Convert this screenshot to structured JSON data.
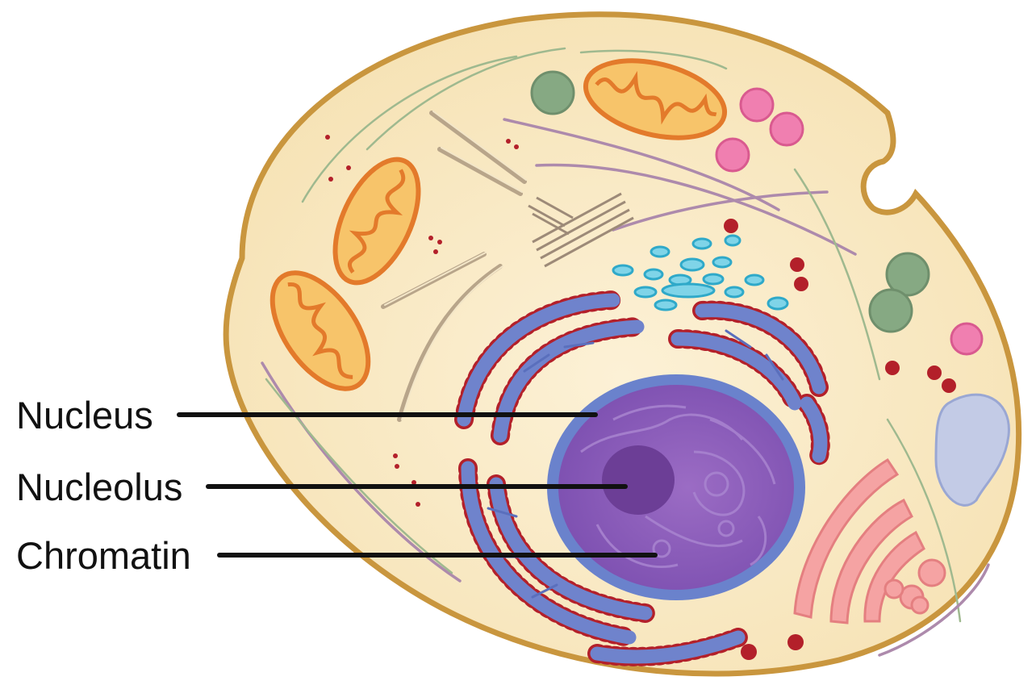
{
  "labels": {
    "nucleus": "Nucleus",
    "nucleolus": "Nucleolus",
    "chromatin": "Chromatin"
  },
  "colors": {
    "membrane": "#c9963e",
    "cytoplasm": "#fbefcf",
    "mitochondria": "#e37a2b",
    "rough_er": "#6f83cc",
    "ribosome": "#b3202a",
    "nucleus": "#8a5bb8",
    "nucleolus": "#6c3e96",
    "nuclear_envelope": "#6a82cc",
    "golgi": "#f08f90",
    "vesicle_teal": "#4cc2dc",
    "vesicle_green": "#86a983",
    "vesicle_pink": "#ea6a99",
    "vacuole": "#bfc8e4",
    "cytoskeleton": "#a98bab",
    "label_line": "#111111"
  }
}
